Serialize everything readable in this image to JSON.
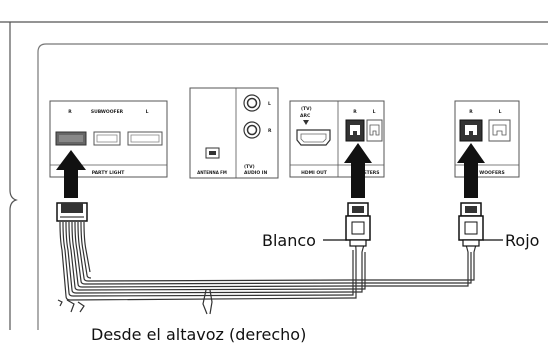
{
  "panel_labels": {
    "speaker_r": "R",
    "subwoofer": "SUBWOOFER",
    "speaker_l": "L",
    "party_light": "PARTY LIGHT",
    "antenna_fm": "ANTENNA FM",
    "audio_in": "(TV)\nAUDIO IN",
    "audio_in_l": "L",
    "audio_in_r": "R",
    "hdmi_tv": "(TV)",
    "hdmi_arc": "ARC",
    "hdmi_out": "HDMI OUT",
    "tweeters_r": "R",
    "tweeters_l": "L",
    "tweeters": "TWEETERS",
    "woofers_r": "R",
    "woofers_l": "L",
    "woofers": "WOOFERS"
  },
  "callouts": {
    "white": "Blanco",
    "red": "Rojo",
    "source": "Desde el altavoz (derecho)"
  }
}
